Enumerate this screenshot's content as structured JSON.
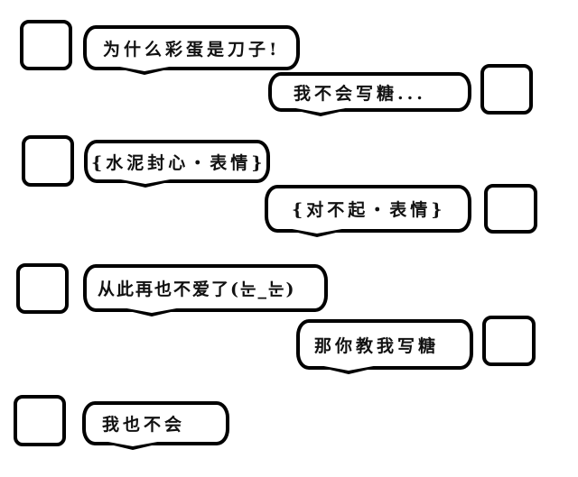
{
  "messages": [
    {
      "side": "left",
      "text": "为什么彩蛋是刀子!"
    },
    {
      "side": "right",
      "text": "我不会写糖..."
    },
    {
      "side": "left",
      "text": "{水泥封心・表情}"
    },
    {
      "side": "right",
      "text": "{对不起・表情}"
    },
    {
      "side": "left",
      "text": "从此再也不爱了(눈_눈)"
    },
    {
      "side": "right",
      "text": "那你教我写糖"
    },
    {
      "side": "left",
      "text": "我也不会"
    }
  ],
  "colors": {
    "outline": "#000000",
    "background": "#ffffff",
    "text": "#111111"
  }
}
